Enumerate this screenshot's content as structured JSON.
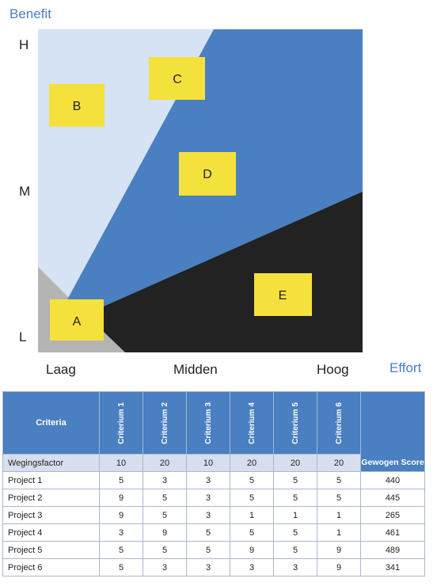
{
  "y_axis_title": "Benefit",
  "x_axis_title": "Effort",
  "y_levels": [
    "H",
    "M",
    "L"
  ],
  "x_levels": [
    "Laag",
    "Midden",
    "Hoog"
  ],
  "boxes": [
    {
      "label": "A"
    },
    {
      "label": "B"
    },
    {
      "label": "C"
    },
    {
      "label": "D"
    },
    {
      "label": "E"
    }
  ],
  "colors": {
    "light_blue": "#d5e3f4",
    "mid_blue": "#4a7fc1",
    "dark": "#222222",
    "grey": "#b4b4b4",
    "yellow": "#f5e13c"
  },
  "table": {
    "criteria_header": "Criteria",
    "criterion_headers": [
      "Criterium 1",
      "Criterium 2",
      "Criterium 3",
      "Criterium 4",
      "Criterium 5",
      "Criterium 6"
    ],
    "score_header": "Gewogen Score",
    "weight_row": {
      "name": "Wegingsfactor",
      "values": [
        "10",
        "20",
        "10",
        "20",
        "20",
        "20"
      ]
    },
    "rows": [
      {
        "name": "Project 1",
        "values": [
          "5",
          "3",
          "3",
          "5",
          "5",
          "5"
        ],
        "score": "440"
      },
      {
        "name": "Project 2",
        "values": [
          "9",
          "5",
          "3",
          "5",
          "5",
          "5"
        ],
        "score": "445"
      },
      {
        "name": "Project 3",
        "values": [
          "9",
          "5",
          "3",
          "1",
          "1",
          "1"
        ],
        "score": "265"
      },
      {
        "name": "Project 4",
        "values": [
          "3",
          "9",
          "5",
          "5",
          "5",
          "1"
        ],
        "score": "461"
      },
      {
        "name": "Project 5",
        "values": [
          "5",
          "5",
          "5",
          "9",
          "5",
          "9"
        ],
        "score": "489"
      },
      {
        "name": "Project 6",
        "values": [
          "5",
          "3",
          "3",
          "3",
          "3",
          "9"
        ],
        "score": "341"
      }
    ]
  }
}
